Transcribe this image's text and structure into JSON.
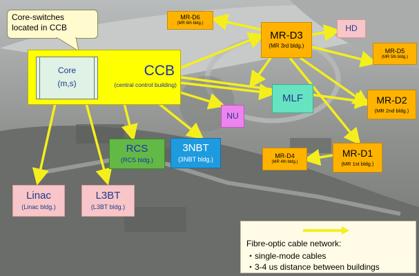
{
  "callout": {
    "line1": "Core-switches",
    "line2": "located in CCB"
  },
  "ccb": {
    "name": "CCB",
    "sub": "(central control building)"
  },
  "core": {
    "name": "Core",
    "sub": "(m,s)"
  },
  "nodes": {
    "mr_d6": {
      "name": "MR-D6",
      "sub": "(MR 6th bldg.)"
    },
    "mr_d3": {
      "name": "MR-D3",
      "sub": "(MR 3rd bldg.)"
    },
    "hd": {
      "name": "HD"
    },
    "mr_d5": {
      "name": "MR-D5",
      "sub": "(MR 5th bldg.)"
    },
    "mr_d2": {
      "name": "MR-D2",
      "sub": "(MR 2nd bldg.)"
    },
    "mlf": {
      "name": "MLF"
    },
    "nu": {
      "name": "NU"
    },
    "mr_d1": {
      "name": "MR-D1",
      "sub": "(MR 1st bldg.)"
    },
    "mr_d4": {
      "name": "MR-D4",
      "sub": "(MR 4th bldg.)"
    },
    "rcs": {
      "name": "RCS",
      "sub": "(RCS bldg.)"
    },
    "nbt3": {
      "name": "3NBT",
      "sub": "(3NBT bldg.)"
    },
    "linac": {
      "name": "Linac",
      "sub": "(Linac bldg.)"
    },
    "l3bt": {
      "name": "L3BT",
      "sub": "(L3BT bldg.)"
    }
  },
  "legend": {
    "title": "Fibre-optic cable network:",
    "item1": "・single-mode cables",
    "item2": "・3-4 us distance between buildings"
  },
  "colors": {
    "link": "#f4ef1c",
    "ccb": "#ffff00",
    "mr_buildings": "#ffb300",
    "pink_buildings": "#f8c6c8",
    "mlf": "#66e3c0",
    "nu": "#ee82ee",
    "rcs": "#63b946",
    "nbt3": "#1e9bdf",
    "legend_bg": "#fffbe6"
  }
}
